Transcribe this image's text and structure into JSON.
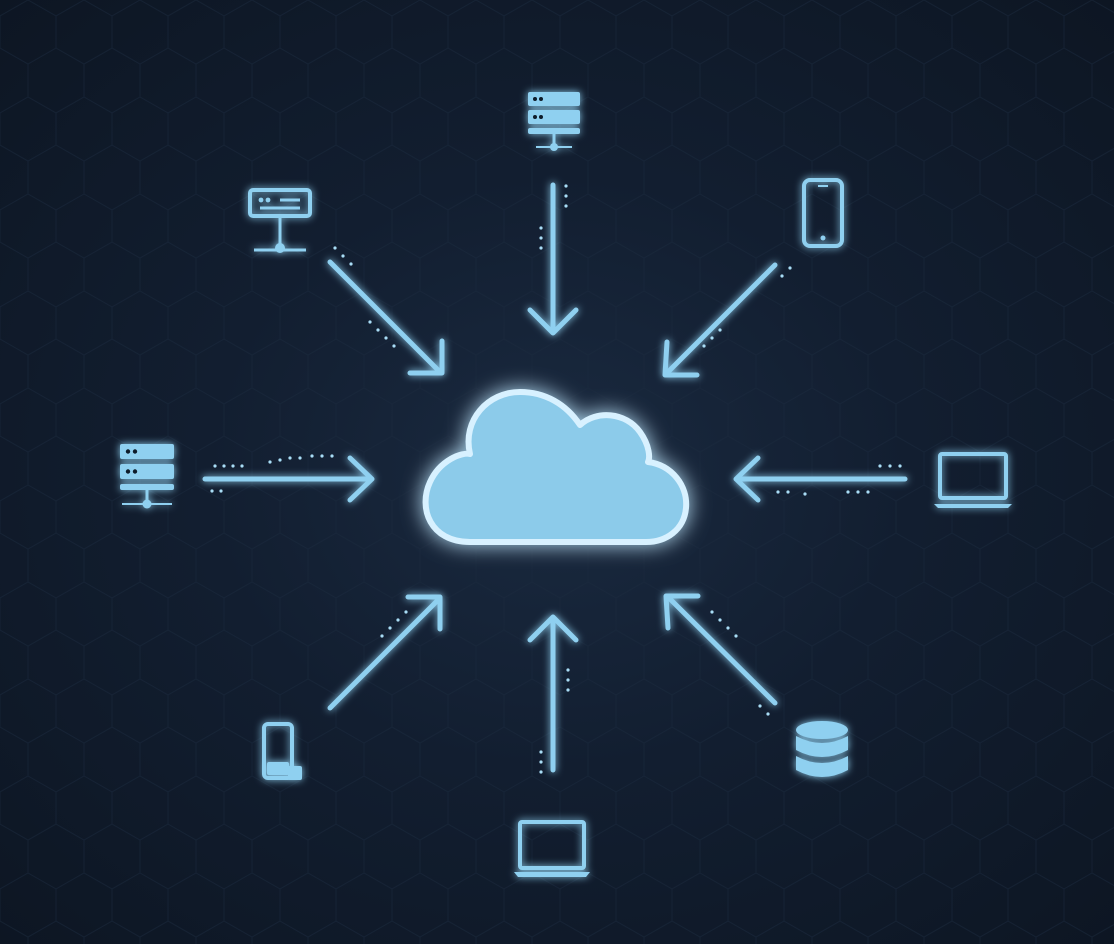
{
  "diagram": {
    "hub": {
      "icon": "cloud-icon"
    },
    "nodes": [
      {
        "id": "top-server",
        "icon": "server-rack-icon"
      },
      {
        "id": "top-left-network",
        "icon": "network-device-icon"
      },
      {
        "id": "top-right-phone",
        "icon": "smartphone-icon"
      },
      {
        "id": "left-server",
        "icon": "server-rack-icon"
      },
      {
        "id": "right-laptop",
        "icon": "laptop-icon"
      },
      {
        "id": "bottom-left-storage",
        "icon": "storage-device-icon"
      },
      {
        "id": "bottom-laptop",
        "icon": "laptop-icon"
      },
      {
        "id": "bottom-right-database",
        "icon": "database-icon"
      }
    ],
    "edges": [
      {
        "from": "top-server",
        "to": "hub"
      },
      {
        "from": "top-left-network",
        "to": "hub"
      },
      {
        "from": "top-right-phone",
        "to": "hub"
      },
      {
        "from": "left-server",
        "to": "hub"
      },
      {
        "from": "right-laptop",
        "to": "hub"
      },
      {
        "from": "bottom-left-storage",
        "to": "hub"
      },
      {
        "from": "bottom-laptop",
        "to": "hub"
      },
      {
        "from": "bottom-right-database",
        "to": "hub"
      }
    ]
  },
  "colors": {
    "background": "#111b2a",
    "accent": "#8fd0f0",
    "accent_light": "#a9ddf6",
    "hub_fill": "#8ccbea",
    "hub_outline": "#d8f1ff",
    "hex_grid": "#1b2a3e"
  }
}
